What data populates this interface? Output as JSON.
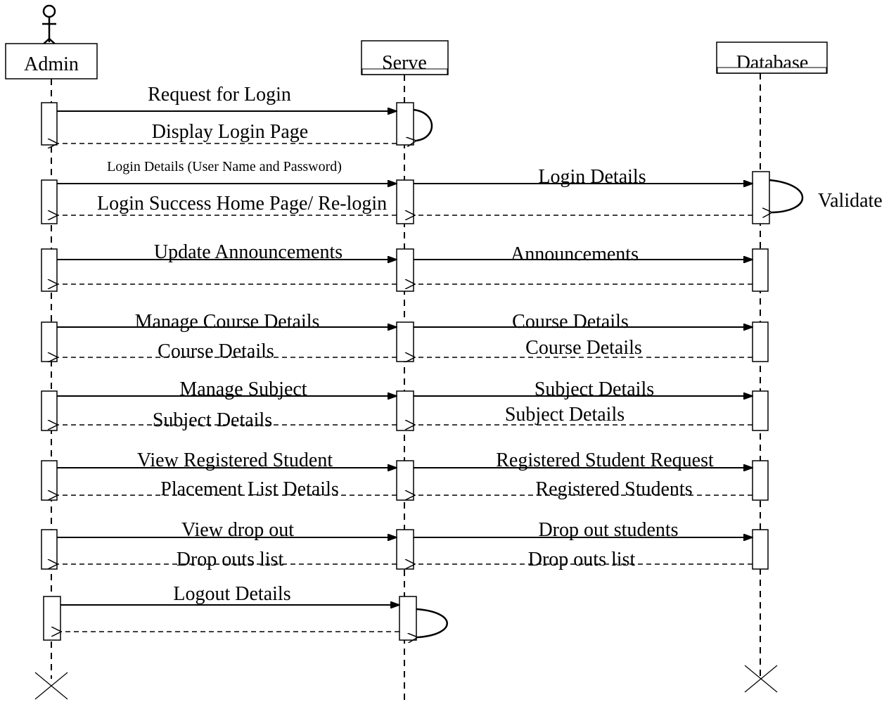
{
  "lifelines": {
    "admin": "Admin",
    "server": "Serve",
    "database": "Database"
  },
  "messages": {
    "request_login": "Request for Login",
    "display_login_page": "Display Login Page",
    "login_details_user": "Login Details (User Name and Password)",
    "login_details": "Login Details",
    "validate": "Validate",
    "login_success": "Login Success Home Page/ Re-login",
    "update_announcements": "Update Announcements",
    "announcements": "Announcements",
    "manage_course_details": "Manage Course Details",
    "course_details_db": "Course Details",
    "course_details_back_admin": "Course Details",
    "course_details_back_server": "Course Details",
    "manage_subject": "Manage Subject",
    "subject_details_db": "Subject Details",
    "subject_details_back_admin": "Subject Details",
    "subject_details_back_server": "Subject Details",
    "view_registered_student": "View Registered Student",
    "registered_student_request": "Registered Student Request",
    "placement_list_details": "Placement List Details",
    "registered_students": "Registered Students",
    "view_drop_out": "View drop out",
    "drop_out_students": "Drop out students",
    "drop_outs_list_admin": "Drop outs list",
    "drop_outs_list_server": "Drop outs list",
    "logout_details": "Logout Details"
  }
}
